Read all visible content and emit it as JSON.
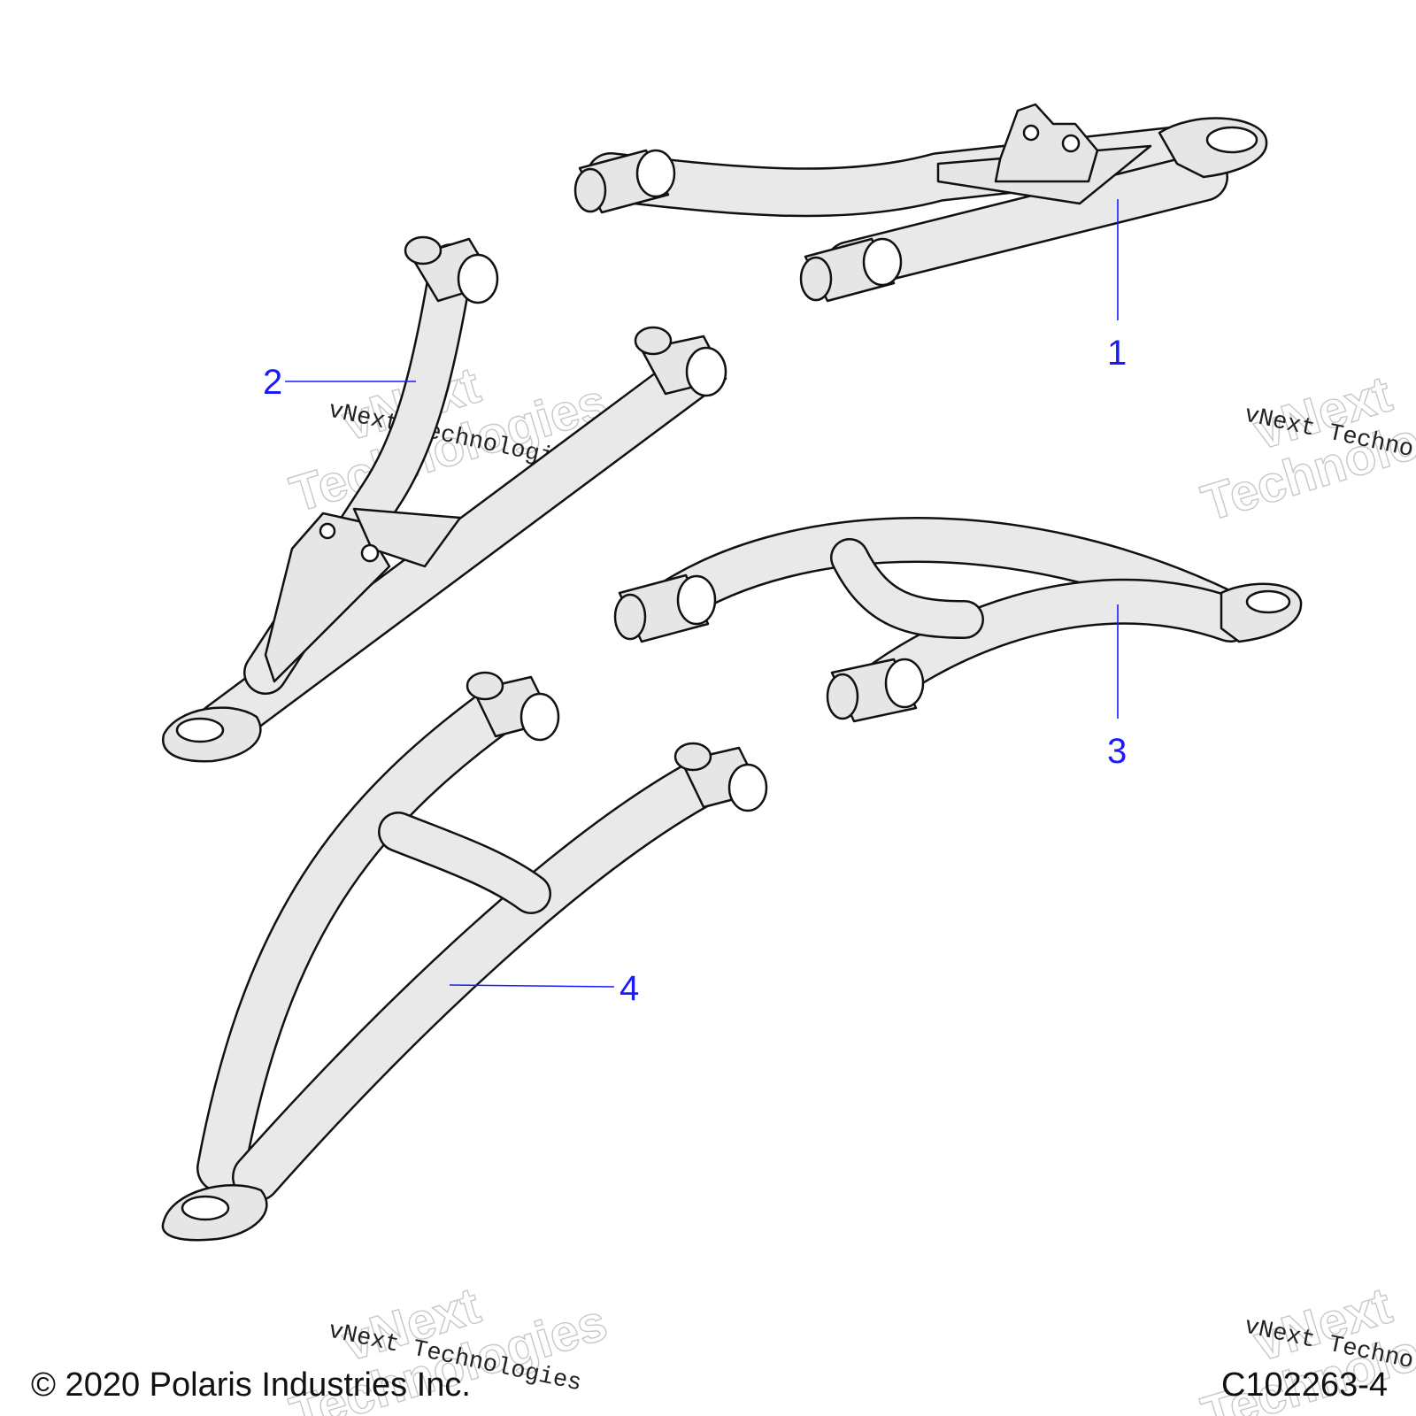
{
  "callouts": [
    {
      "id": "1",
      "label": "1"
    },
    {
      "id": "2",
      "label": "2"
    },
    {
      "id": "3",
      "label": "3"
    },
    {
      "id": "4",
      "label": "4"
    }
  ],
  "watermark": {
    "line1": "vNext",
    "line2": "Technologies",
    "small": "vNext Technologies"
  },
  "footer": {
    "copyright": "© 2020 Polaris Industries Inc.",
    "drawing_number": "C102263-4"
  },
  "colors": {
    "callout": "#1a1aff",
    "line_art": "#111111",
    "watermark": "#c8c8c8"
  }
}
